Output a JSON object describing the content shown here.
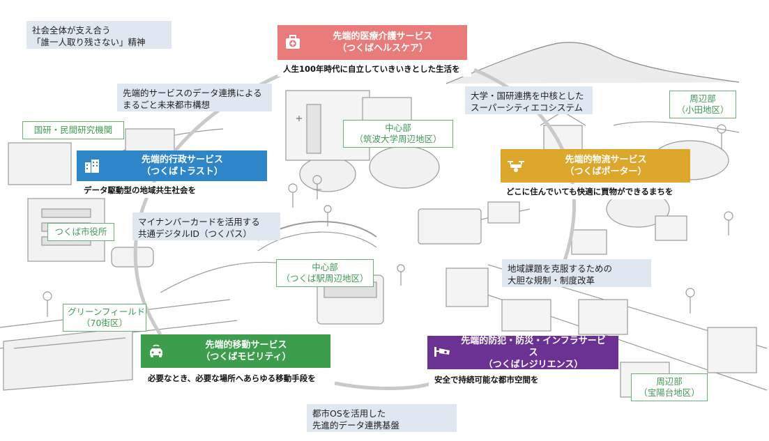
{
  "notes": {
    "social": [
      "社会全体が支え合う",
      "「誰一人取り残さない」精神"
    ],
    "data_linkage": [
      "先端的サービスのデータ連携による",
      "まるごと未来都市構想"
    ],
    "ecosystem": [
      "大学・国研連携を中核とした",
      "スーパーシティエコシステム"
    ],
    "mynumber": [
      "マイナンバーカードを活用する",
      "共通デジタルID（つくパス）"
    ],
    "regulation": [
      "地域課題を克服するための",
      "大胆な規制・制度改革"
    ],
    "city_os": [
      "都市OSを活用した",
      "先進的データ連携基盤"
    ]
  },
  "areas": {
    "research": [
      "国研・民間研究機関"
    ],
    "center_univ": [
      "中心部",
      "（筑波大学周辺地区）"
    ],
    "periphery_oda": [
      "周辺部",
      "（小田地区）"
    ],
    "city_hall": [
      "つくば市役所"
    ],
    "center_station": [
      "中心部",
      "（つくば駅周辺地区）"
    ],
    "greenfield": [
      "グリーンフィールド",
      "（70街区）"
    ],
    "periphery_hodai": [
      "周辺部",
      "（宝陽台地区）"
    ]
  },
  "services": {
    "health": {
      "title": [
        "先端的医療介護サービス",
        "（つくばヘルスケア）"
      ],
      "caption": "人生100年時代に自立していきいきとした生活を",
      "color": "#e97b7b",
      "icon": "medical-bag-icon"
    },
    "admin": {
      "title": [
        "先端的行政サービス",
        "（つくばトラスト）"
      ],
      "caption": "データ駆動型の地域共生社会を",
      "color": "#2e86c9",
      "icon": "buildings-icon"
    },
    "logistics": {
      "title": [
        "先端的物流サービス",
        "（つくばポーター）"
      ],
      "caption": "どこに住んでいても快適に買物ができるまちを",
      "color": "#dda72c",
      "icon": "drone-icon"
    },
    "mobility": {
      "title": [
        "先端的移動サービス",
        "（つくばモビリティ）"
      ],
      "caption": "必要なとき、必要な場所へあらゆる移動手段を",
      "color": "#3c9d4c",
      "icon": "car-icon"
    },
    "resilience": {
      "title": [
        "先端的防犯・防災・インフラサービス",
        "（つくばレジリエンス）"
      ],
      "caption": "安全で持続可能な都市空間を",
      "color": "#6b3193",
      "icon": "camera-icon"
    }
  }
}
